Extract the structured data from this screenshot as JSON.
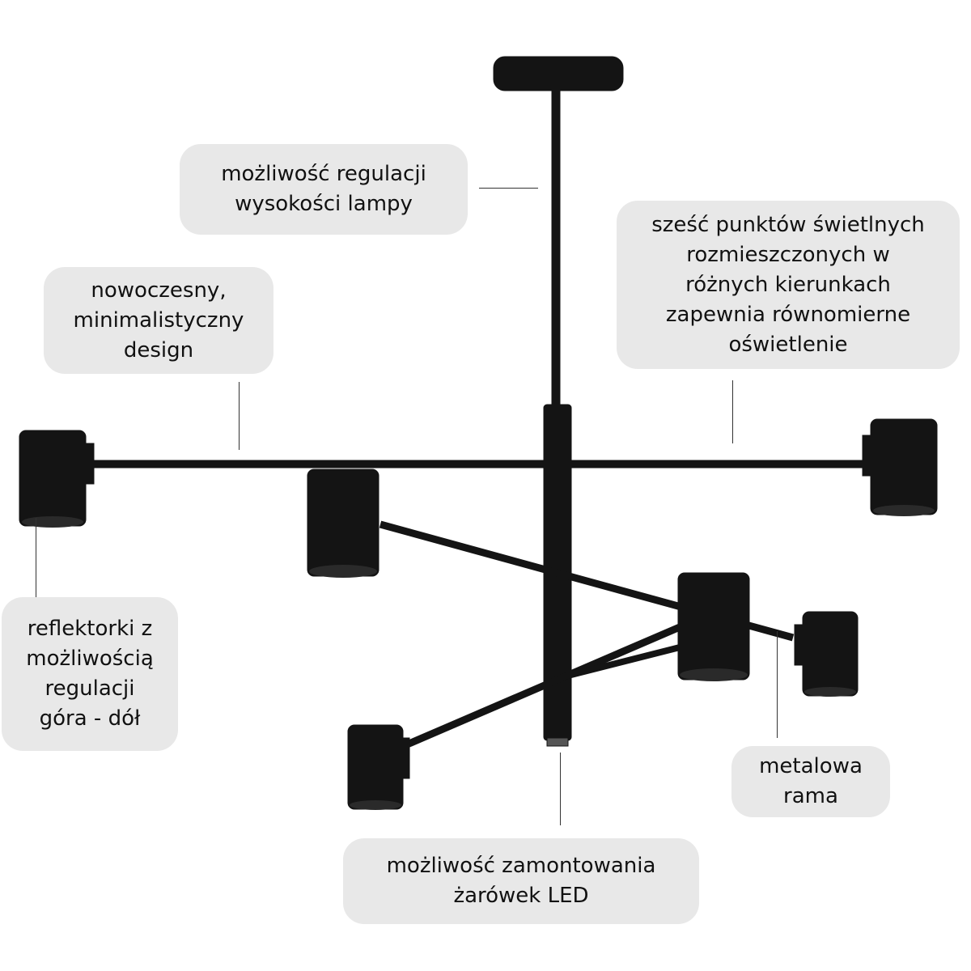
{
  "callouts": {
    "height_adjust": "możliwość regulacji\nwysokości lampy",
    "six_points": "sześć punktów świetlnych\nrozmieszczonych w\nróżnych kierunkach\nzapewnia równomierne\noświetlenie",
    "design": "nowoczesny,\nminimalistyczny\ndesign",
    "spotlights": "reflektorki z\nmożliwością\nregulacji\ngóra - dół",
    "frame": "metalowa\nrama",
    "led": "możliwość zamontowania\nżarówek LED"
  },
  "colors": {
    "bubble": "#e8e8e8",
    "lamp": "#111111",
    "text": "#111111"
  }
}
